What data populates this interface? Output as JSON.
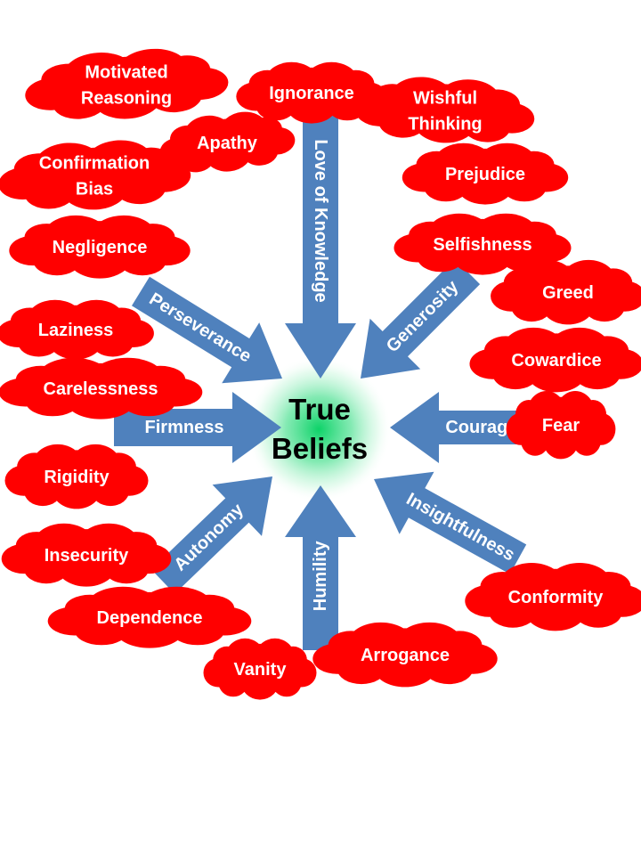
{
  "center": {
    "lines": [
      "True",
      "Beliefs"
    ]
  },
  "virtues": [
    {
      "id": "love-of-knowledge",
      "label": "Love of Knowledge"
    },
    {
      "id": "generosity",
      "label": "Generosity"
    },
    {
      "id": "courage",
      "label": "Courage"
    },
    {
      "id": "insightfulness",
      "label": "Insightfulness"
    },
    {
      "id": "humility",
      "label": "Humility"
    },
    {
      "id": "autonomy",
      "label": "Autonomy"
    },
    {
      "id": "firmness",
      "label": "Firmness"
    },
    {
      "id": "perseverance",
      "label": "Perseverance"
    }
  ],
  "vices": [
    {
      "id": "motivated-reasoning",
      "lines": [
        "Motivated",
        "Reasoning"
      ]
    },
    {
      "id": "ignorance",
      "lines": [
        "Ignorance"
      ]
    },
    {
      "id": "wishful-thinking",
      "lines": [
        "Wishful",
        "Thinking"
      ]
    },
    {
      "id": "apathy",
      "lines": [
        "Apathy"
      ]
    },
    {
      "id": "confirmation-bias",
      "lines": [
        "Confirmation",
        "Bias"
      ]
    },
    {
      "id": "prejudice",
      "lines": [
        "Prejudice"
      ]
    },
    {
      "id": "negligence",
      "lines": [
        "Negligence"
      ]
    },
    {
      "id": "selfishness",
      "lines": [
        "Selfishness"
      ]
    },
    {
      "id": "greed",
      "lines": [
        "Greed"
      ]
    },
    {
      "id": "laziness",
      "lines": [
        "Laziness"
      ]
    },
    {
      "id": "cowardice",
      "lines": [
        "Cowardice"
      ]
    },
    {
      "id": "carelessness",
      "lines": [
        "Carelessness"
      ]
    },
    {
      "id": "fear",
      "lines": [
        "Fear"
      ]
    },
    {
      "id": "rigidity",
      "lines": [
        "Rigidity"
      ]
    },
    {
      "id": "insecurity",
      "lines": [
        "Insecurity"
      ]
    },
    {
      "id": "conformity",
      "lines": [
        "Conformity"
      ]
    },
    {
      "id": "dependence",
      "lines": [
        "Dependence"
      ]
    },
    {
      "id": "arrogance",
      "lines": [
        "Arrogance"
      ]
    },
    {
      "id": "vanity",
      "lines": [
        "Vanity"
      ]
    }
  ],
  "colors": {
    "cloud": "#ff0000",
    "arrow": "#4f81bd",
    "glow_center": "#00d060",
    "background": "#ffffff"
  }
}
